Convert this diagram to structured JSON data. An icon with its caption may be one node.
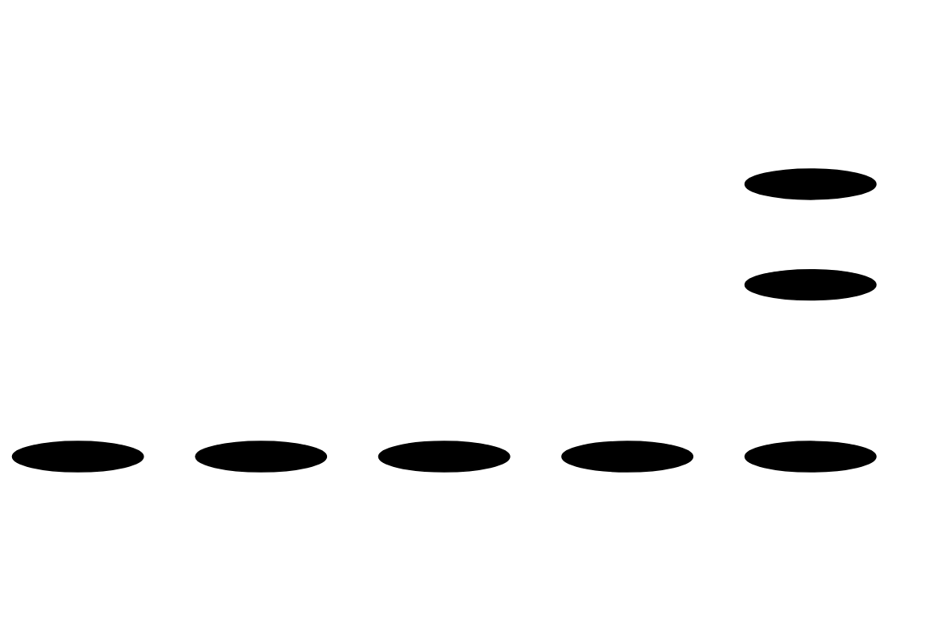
{
  "diagram": {
    "nodes": [
      {
        "text": [],
        "shape": "ellipse"
      },
      {
        "text": [],
        "shape": "ellipse"
      },
      {
        "text": [],
        "shape": "ellipse"
      },
      {
        "text": [],
        "shape": "ellipse"
      },
      {
        "text": [],
        "shape": "ellipse"
      },
      {
        "text": [],
        "shape": "ellipse"
      },
      {
        "text": [],
        "shape": "ellipse"
      }
    ]
  }
}
